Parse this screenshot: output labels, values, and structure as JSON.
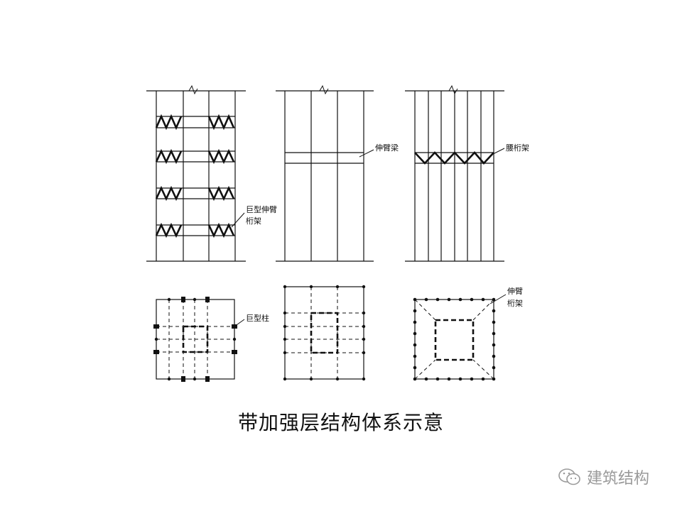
{
  "title": "带加强层结构体系示意",
  "labels": {
    "mega_outrigger_truss_1": "巨型伸臂",
    "mega_outrigger_truss_2": "桁架",
    "outrigger_beam": "伸臂梁",
    "belt_truss": "腰桁架",
    "mega_column": "巨型柱",
    "outrigger_truss_1": "伸臂",
    "outrigger_truss_2": "桁架"
  },
  "watermark": {
    "text": "建筑结构",
    "icon": "wechat-icon",
    "color": "#9a9a9a"
  },
  "colors": {
    "line": "#111111",
    "background": "#ffffff"
  }
}
